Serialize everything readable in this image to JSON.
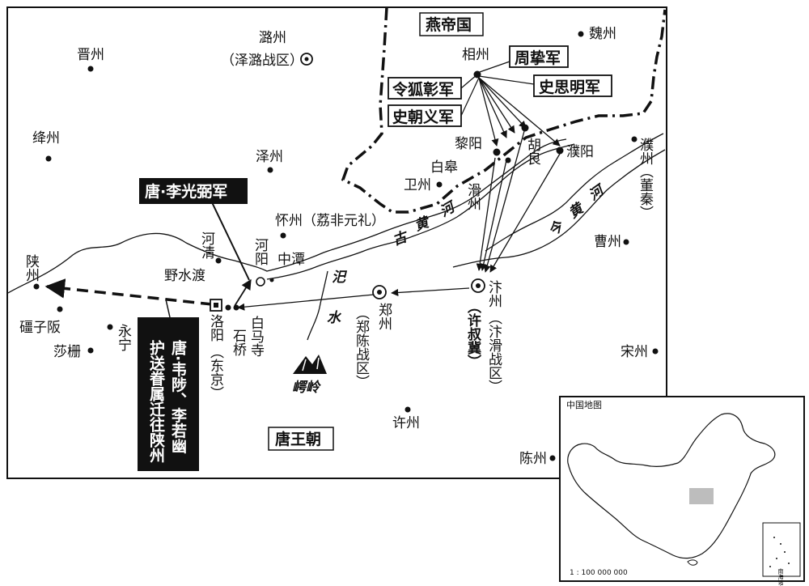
{
  "states": {
    "yan": "燕帝国",
    "tang": "唐王朝"
  },
  "cities": {
    "jinzhou": "晋州",
    "luzhou": "潞州",
    "luzhou_zone": "（泽潞战区）",
    "weizhou_n": "魏州",
    "xiangzhou": "相州",
    "jiangzhou": "绛州",
    "zezhou": "泽州",
    "liyang": "黎阳",
    "baigao": "白皋",
    "weizhou": "卫州",
    "huliang": "胡良",
    "puyang": "濮阳",
    "puzhou": "濮州",
    "puzhou_sub": "（董秦）",
    "huaizhou": "怀州",
    "huaizhou_sub": "（荔非元礼）",
    "heqing": "河清",
    "heyang": "河阳",
    "zhongtan": "中潭",
    "yeshuidu": "野水渡",
    "shanzhou": "陕州",
    "cizifan": "礓子阪",
    "yongning": "永宁",
    "shazha": "莎栅",
    "luoyang": "洛阳",
    "luoyang_sub": "（东京）",
    "shiqiao": "石桥",
    "baimasi": "白马寺",
    "zhengzhou": "郑州",
    "zhengzhou_zone": "（郑陈战区）",
    "bianzhou": "汴州",
    "bianzhou_zone": "（汴滑战区）",
    "bianzhou_sub": "（许叔冀）",
    "huazhou": "滑州",
    "caozhou": "曹州",
    "songzhou": "宋州",
    "xuzhou": "许州",
    "chenzhou": "陈州",
    "yanling": "崿岭"
  },
  "rivers": {
    "gu_huanghe_1": "古",
    "gu_huanghe_2": "黄",
    "gu_huanghe_3": "河",
    "jin_huanghe_1": "今",
    "jin_huanghe_2": "黄",
    "jin_huanghe_3": "河",
    "si_1": "汜",
    "si_2": "水"
  },
  "armies": {
    "zhouzhi": "周挚军",
    "linghu": "令狐彰军",
    "shisiming": "史思明军",
    "shichaoyi": "史朝义军",
    "liguangbi": "唐·李光弼军",
    "weizhi_col1": "唐·韦陟、李若幽",
    "weizhi_col2": "护送眷属迁往陕州"
  },
  "inset": {
    "title": "中国地图",
    "scale": "1 : 100 000 000",
    "islands": "南海诸岛"
  }
}
